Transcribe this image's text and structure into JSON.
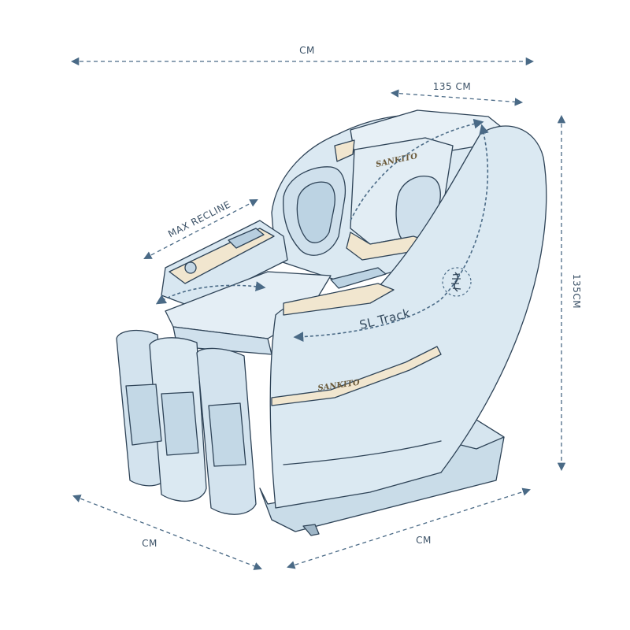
{
  "colors": {
    "line": "#4a6a86",
    "shell": "#dbe9f2",
    "shell_dark": "#c9dce8",
    "outline": "#2e4357",
    "accent": "#f1e6cf",
    "text": "#3d5368"
  },
  "dimensions": {
    "top_width": "CM",
    "headrest_width": "135 CM",
    "height": "135CM",
    "max_recline": "MAX RECLINE",
    "front_depth": "CM",
    "side_length": "CM"
  },
  "labels": {
    "track": "SL Track",
    "brand_head": "SANKITO",
    "brand_side": "SANKITO"
  },
  "icons": {
    "spine": "spine-icon"
  }
}
